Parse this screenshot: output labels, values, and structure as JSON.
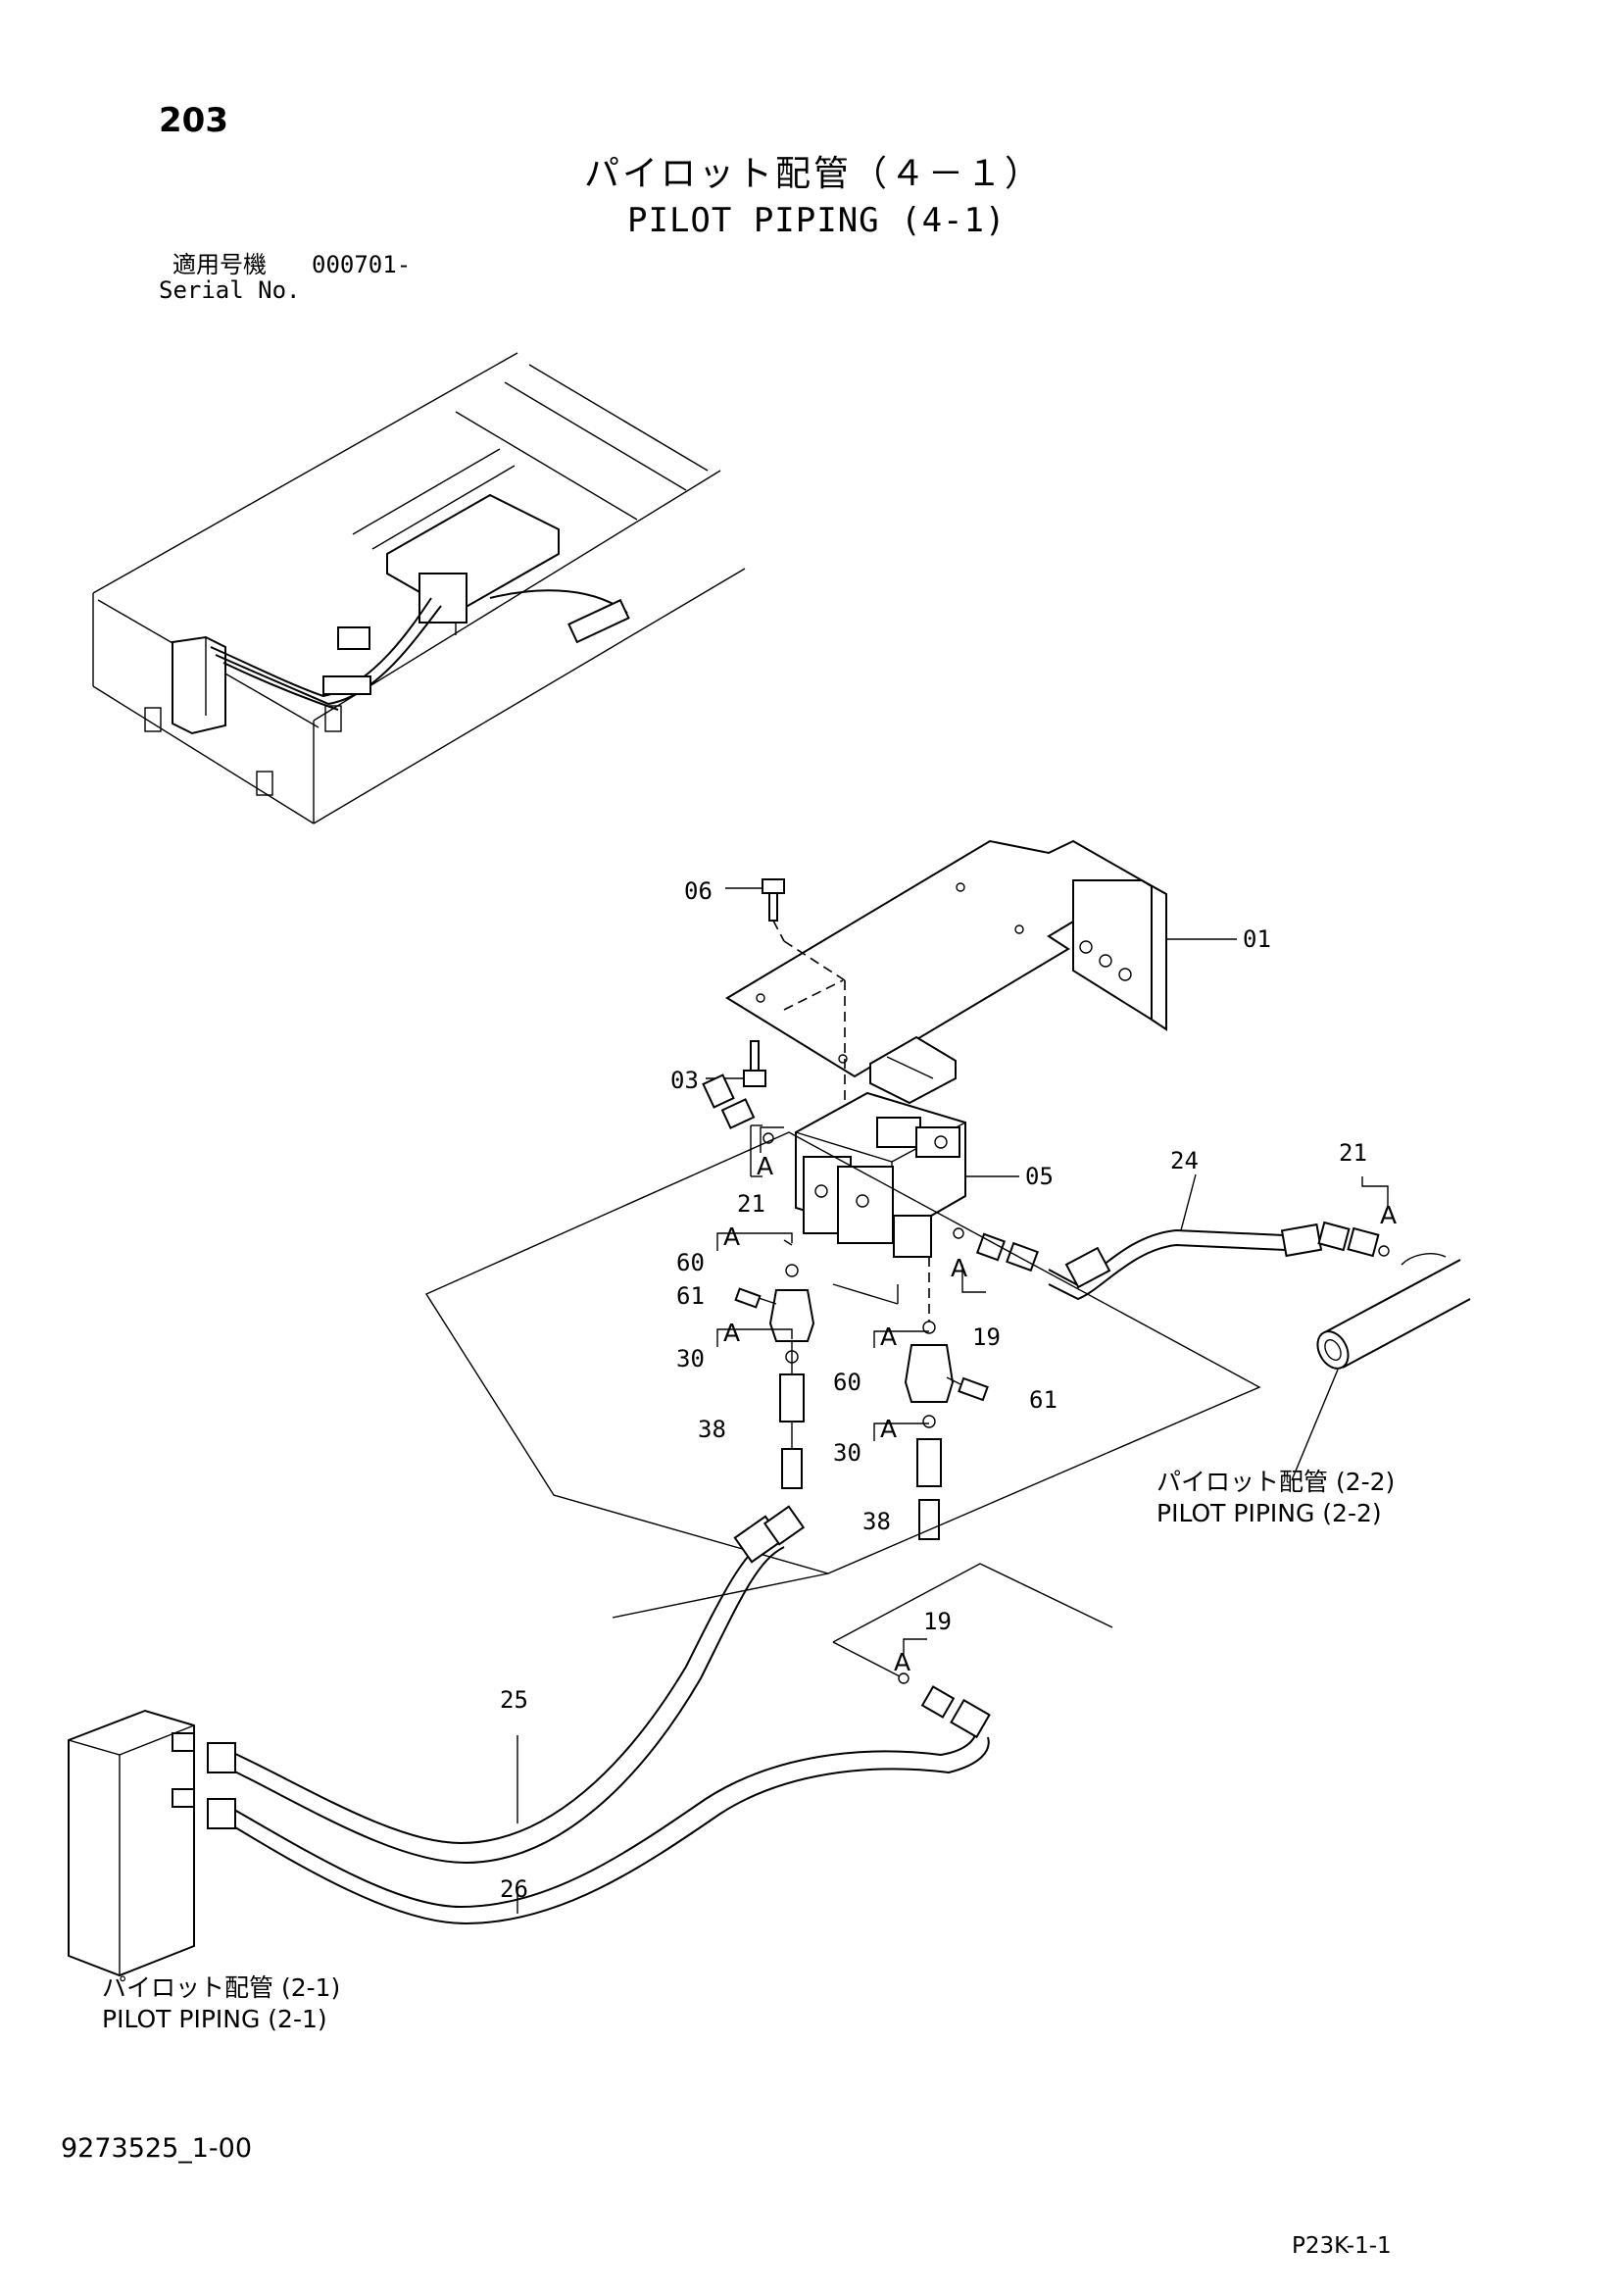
{
  "page_number": "203",
  "title_jp": "パイロット配管（４－１）",
  "title_en": "PILOT PIPING (4-1)",
  "serial": {
    "label_jp": "適用号機",
    "value": "000701-",
    "label_en": "Serial No."
  },
  "doc_number": "9273525_1-00",
  "page_code": "P23K-1-1",
  "callouts": {
    "c01": "01",
    "c03": "03",
    "c05": "05",
    "c06": "06",
    "c19a": "19",
    "c19b": "19",
    "c21a": "21",
    "c21b": "21",
    "c24": "24",
    "c25": "25",
    "c26": "26",
    "c30a": "30",
    "c30b": "30",
    "c38a": "38",
    "c38b": "38",
    "c60a": "60",
    "c60b": "60",
    "c61a": "61",
    "c61b": "61"
  },
  "detail_marks": {
    "a1": "A",
    "a2": "A",
    "a3": "A",
    "a4": "A",
    "a5": "A",
    "a6": "A",
    "a7": "A",
    "a8": "A"
  },
  "references": {
    "ref22_jp": "パイロット配管 (2-2)",
    "ref22_en": "PILOT PIPING (2-2)",
    "ref21_jp": "パイロット配管 (2-1)",
    "ref21_en": "PILOT PIPING (2-1)"
  }
}
